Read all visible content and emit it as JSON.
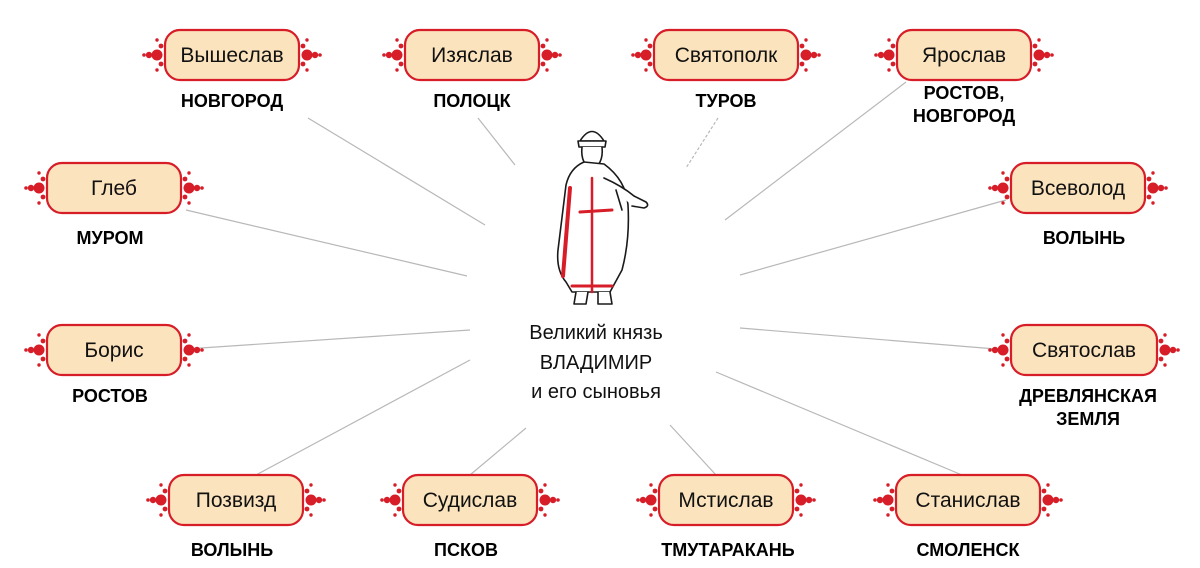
{
  "center": {
    "line1": "Великий князь",
    "line2": "ВЛАДИМИР",
    "line3": "и его сыновья",
    "figure_icon": "prince-figure-icon"
  },
  "sons": [
    {
      "name": "Вышеслав",
      "city": [
        "НОВГОРОД"
      ]
    },
    {
      "name": "Изяслав",
      "city": [
        "ПОЛОЦК"
      ]
    },
    {
      "name": "Святополк",
      "city": [
        "ТУРОВ"
      ]
    },
    {
      "name": "Ярослав",
      "city": [
        "РОСТОВ,",
        "НОВГОРОД"
      ]
    },
    {
      "name": "Глеб",
      "city": [
        "МУРОМ"
      ]
    },
    {
      "name": "Всеволод",
      "city": [
        "ВОЛЫНЬ"
      ]
    },
    {
      "name": "Борис",
      "city": [
        "РОСТОВ"
      ]
    },
    {
      "name": "Святослав",
      "city": [
        "ДРЕВЛЯНСКАЯ",
        "ЗЕМЛЯ"
      ]
    },
    {
      "name": "Позвизд",
      "city": [
        "ВОЛЫНЬ"
      ]
    },
    {
      "name": "Судислав",
      "city": [
        "ПСКОВ"
      ]
    },
    {
      "name": "Мстислав",
      "city": [
        "ТМУТАРАКАНЬ"
      ]
    },
    {
      "name": "Станислав",
      "city": [
        "СМОЛЕНСК"
      ]
    }
  ],
  "colors": {
    "box_fill": "#fbe3bd",
    "box_border": "#d71d28",
    "ornament": "#d71d28",
    "connector": "#b8b8b8",
    "figure_stroke": "#1a1a1a",
    "figure_red": "#d71d28"
  }
}
